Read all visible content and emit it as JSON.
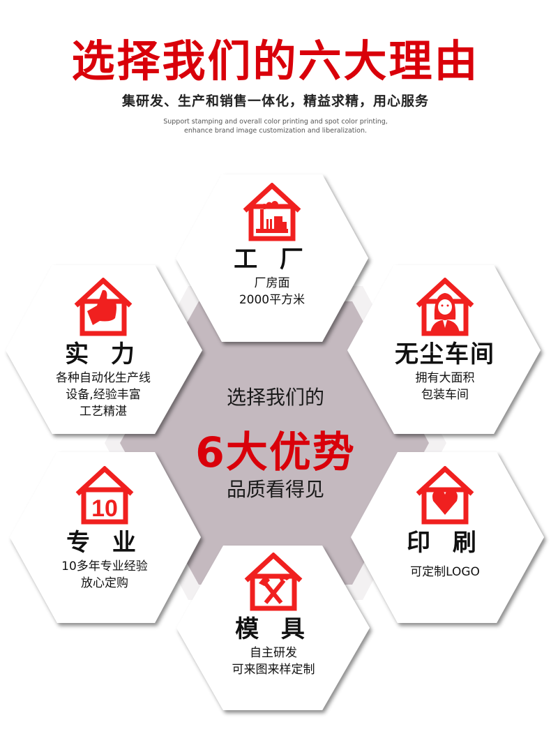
{
  "header": {
    "title": "选择我们的六大理由",
    "subtitle": "集研发、生产和销售一体化，精益求精，用心服务",
    "english_line1": "Support stamping and overall color printing and spot color printing,",
    "english_line2": "enhance brand image customization and liberalization."
  },
  "center": {
    "line1": "选择我们的",
    "highlight": "6大优势",
    "line3": "品质看得见"
  },
  "colors": {
    "accent": "#d9000a",
    "icon_red": "#f0201f",
    "center_gray": "#c4b9bf"
  },
  "features": [
    {
      "id": "factory",
      "icon": "factory-house-icon",
      "title": "工 厂",
      "desc": [
        "厂房面",
        "2000平方米"
      ]
    },
    {
      "id": "strength",
      "icon": "thumbs-up-house-icon",
      "title": "实 力",
      "desc": [
        "各种自动化生产线",
        "设备,经验丰富",
        "工艺精湛"
      ]
    },
    {
      "id": "cleanroom",
      "icon": "person-house-icon",
      "title": "无尘车间",
      "desc": [
        "拥有大面积",
        "包装车间"
      ]
    },
    {
      "id": "professional",
      "icon": "ten-house-icon",
      "icon_text": "10",
      "title": "专 业",
      "desc": [
        "10多年专业经验",
        "放心定购"
      ]
    },
    {
      "id": "printing",
      "icon": "heart-house-icon",
      "title": "印 刷",
      "desc": [
        "可定制LOGO"
      ]
    },
    {
      "id": "mold",
      "icon": "tools-house-icon",
      "title": "模 具",
      "desc": [
        "自主研发",
        "可来图来样定制"
      ]
    }
  ]
}
